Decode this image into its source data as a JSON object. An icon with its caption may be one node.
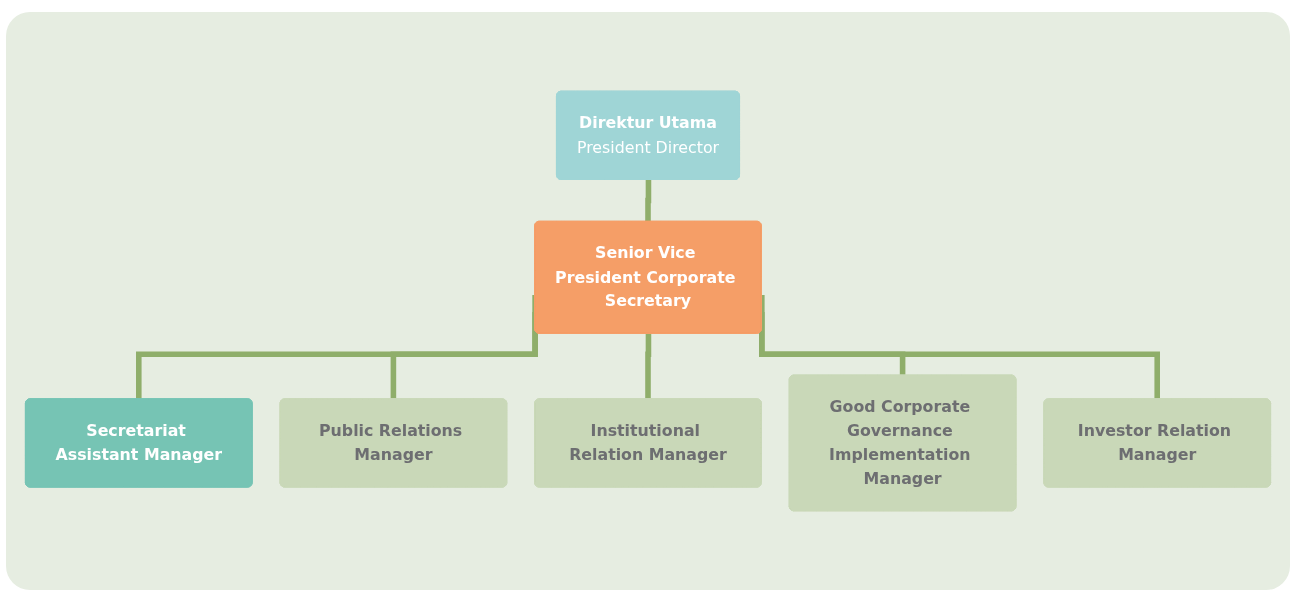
{
  "diagram": {
    "nodes": [
      {
        "text": [
          "Direktur Utama",
          "President Director"
        ]
      },
      {
        "text": [
          "Senior Vice President Corporate Secretary"
        ]
      },
      {
        "text": [
          "Secretariat Assistant Manager"
        ]
      },
      {
        "text": [
          "Public Relations Manager"
        ]
      },
      {
        "text": [
          "Institutional Relation Manager"
        ]
      },
      {
        "text": [
          "Good Corporate Governance Implementation Manager"
        ]
      },
      {
        "text": [
          "Investor Relation Manager"
        ]
      }
    ],
    "edges": [
      {
        "from": 0,
        "to": 1,
        "arrow": "none"
      },
      {
        "from": 1,
        "to": 2,
        "arrow": "none"
      },
      {
        "from": 1,
        "to": 3,
        "arrow": "none"
      },
      {
        "from": 1,
        "to": 4,
        "arrow": "none"
      },
      {
        "from": 1,
        "to": 5,
        "arrow": "none"
      },
      {
        "from": 1,
        "to": 6,
        "arrow": "none"
      }
    ]
  }
}
